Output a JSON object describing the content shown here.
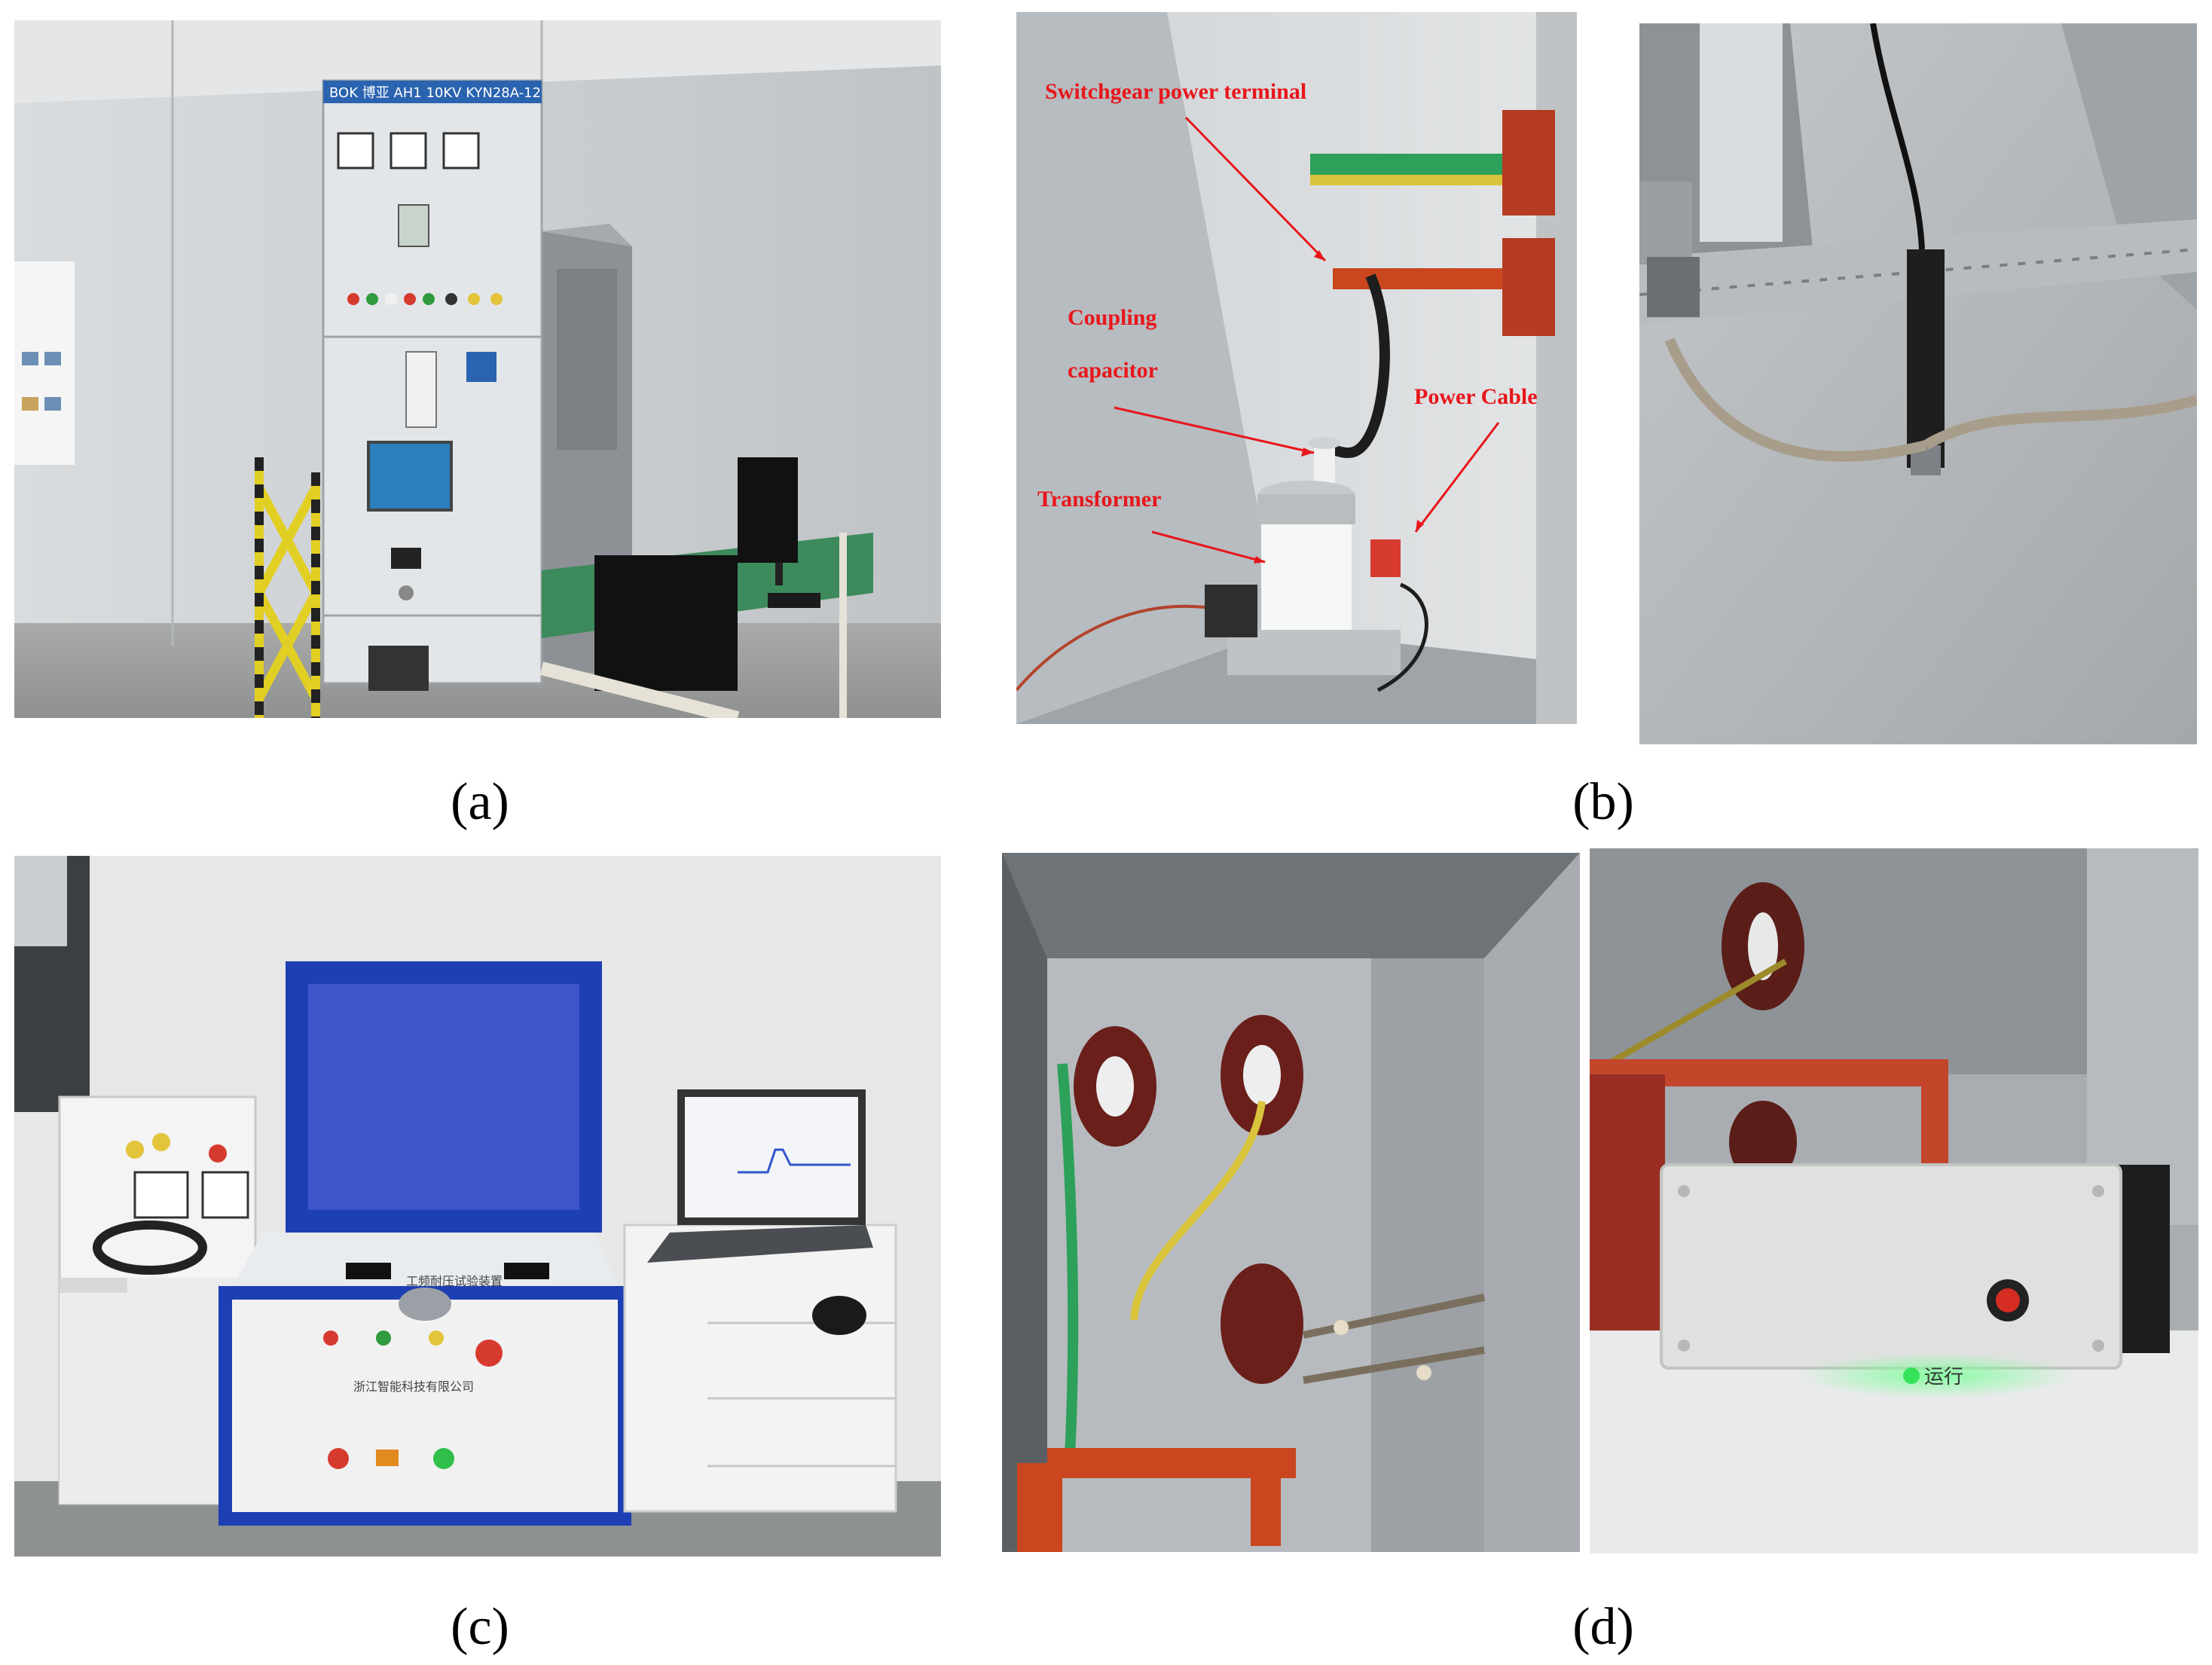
{
  "figure": {
    "captions": {
      "a": "(a)",
      "b": "(b)",
      "c": "(c)",
      "d": "(d)"
    }
  },
  "panel_a": {
    "description": "Switchgear cabinet test room with yellow barrier, PC and monitor",
    "cabinet_labels": [
      "BOK",
      "AH1 10KV",
      "KYN28A-12"
    ]
  },
  "panel_b": {
    "annotations": {
      "switchgear_terminal": "Switchgear power terminal",
      "coupling_capacitor_line1": "Coupling",
      "coupling_capacitor_line2": "capacitor",
      "power_cable": "Power Cable",
      "transformer": "Transformer"
    },
    "annotation_color": "#e8161b"
  },
  "panel_c": {
    "panel_title_cn": "工频耐压试验装置",
    "company_cn": "浙江智能科技有限公司"
  },
  "panel_d": {
    "indicator_label_cn": "运行",
    "indicator_color": "#35e35a"
  }
}
